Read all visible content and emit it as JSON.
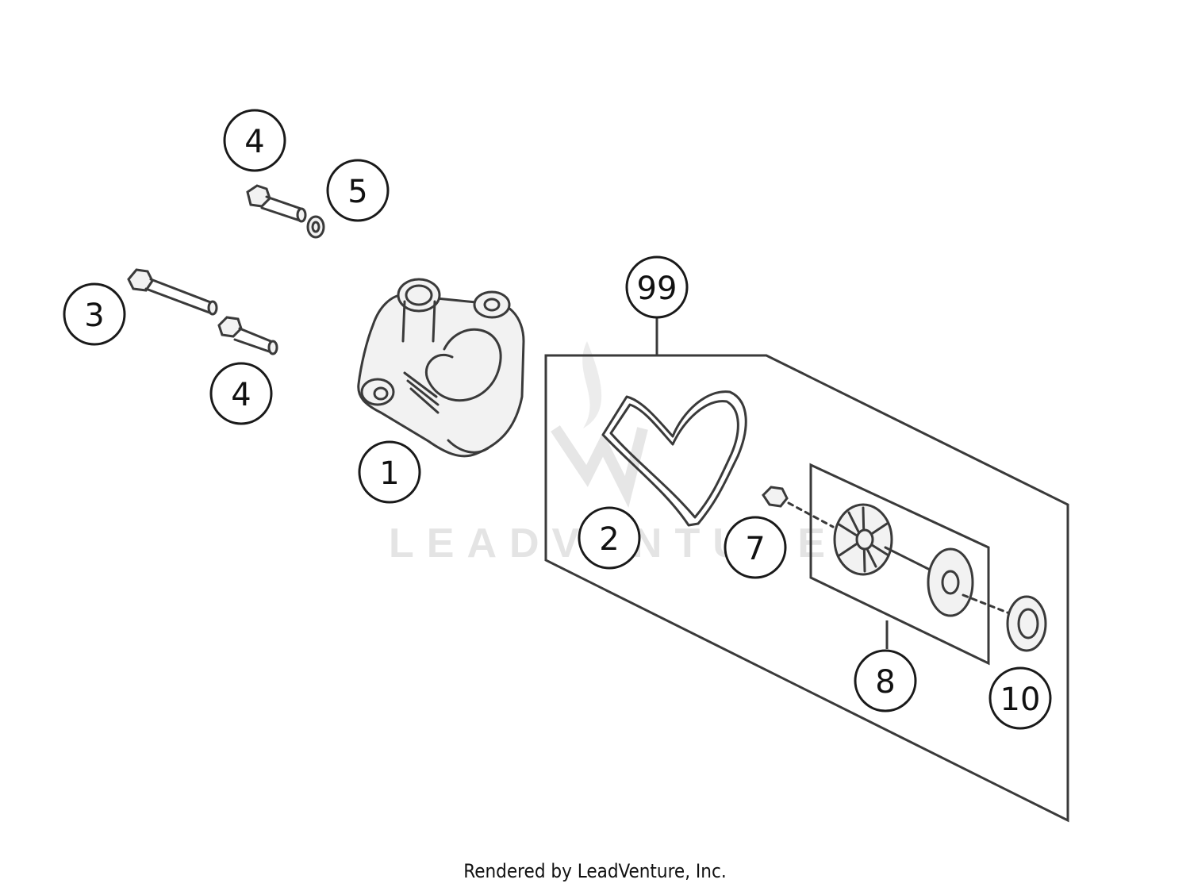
{
  "watermark": {
    "text": "LEADVENTURE"
  },
  "callouts": [
    {
      "id": "c-4-top",
      "label": "4"
    },
    {
      "id": "c-5",
      "label": "5"
    },
    {
      "id": "c-3",
      "label": "3"
    },
    {
      "id": "c-4-bottom",
      "label": "4"
    },
    {
      "id": "c-1",
      "label": "1"
    },
    {
      "id": "c-99",
      "label": "99"
    },
    {
      "id": "c-2",
      "label": "2"
    },
    {
      "id": "c-7",
      "label": "7"
    },
    {
      "id": "c-8",
      "label": "8"
    },
    {
      "id": "c-10",
      "label": "10"
    }
  ],
  "footer": {
    "text": "Rendered by LeadVenture, Inc."
  }
}
